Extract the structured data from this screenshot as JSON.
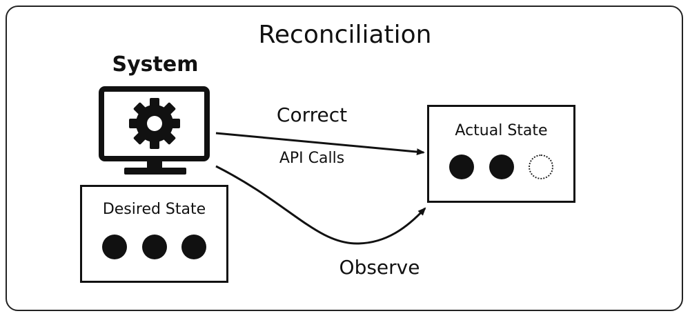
{
  "title": "Reconciliation",
  "system": {
    "label": "System",
    "icon": "gear-icon"
  },
  "desired_state": {
    "title": "Desired State",
    "dots": [
      1,
      1,
      1
    ]
  },
  "actual_state": {
    "title": "Actual State",
    "dots": [
      1,
      1,
      0
    ]
  },
  "edges": {
    "correct": {
      "label": "Correct",
      "sublabel": "API Calls"
    },
    "observe": {
      "label": "Observe"
    }
  }
}
